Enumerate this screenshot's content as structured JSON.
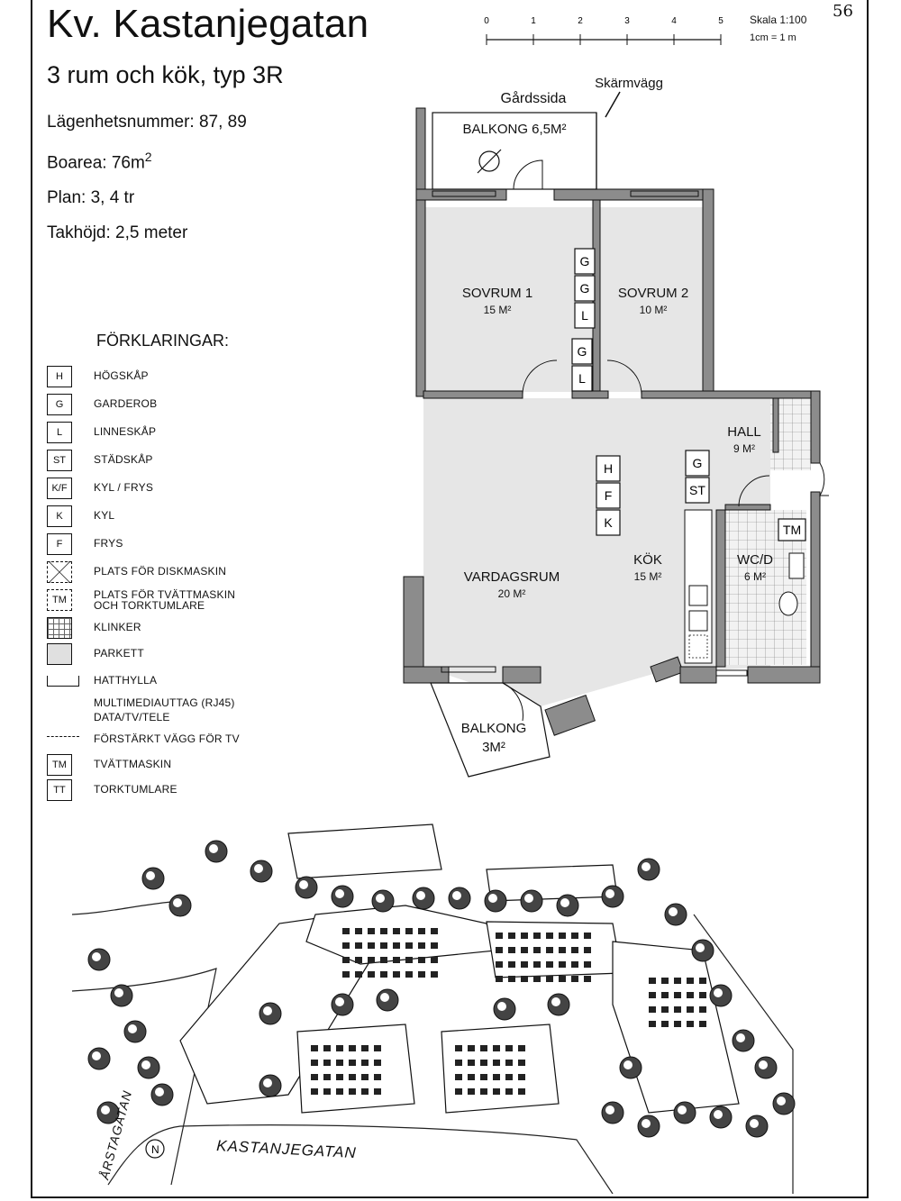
{
  "header": {
    "title": "Kv. Kastanjegatan",
    "subtitle": "3 rum och kök, typ 3R",
    "page_number": "56"
  },
  "facts": {
    "apartment_numbers": "Lägenhetsnummer: 87, 89",
    "living_area": "Boarea: 76m",
    "living_area_sup": "2",
    "floors": "Plan: 3, 4 tr",
    "ceiling_height": "Takhöjd: 2,5 meter"
  },
  "scale": {
    "ticks": [
      "0",
      "1",
      "2",
      "3",
      "4",
      "5"
    ],
    "label": "Skala 1:100",
    "note": "1cm = 1 m"
  },
  "legend": {
    "title": "FÖRKLARINGAR:",
    "items": [
      {
        "symbol": "H",
        "label": "HÖGSKÅP"
      },
      {
        "symbol": "G",
        "label": "GARDEROB"
      },
      {
        "symbol": "L",
        "label": "LINNESKÅP"
      },
      {
        "symbol": "ST",
        "label": "STÄDSKÅP"
      },
      {
        "symbol": "K/F",
        "label": "KYL / FRYS"
      },
      {
        "symbol": "K",
        "label": "KYL"
      },
      {
        "symbol": "F",
        "label": "FRYS"
      },
      {
        "symbol": "",
        "label": "PLATS FÖR DISKMASKIN"
      },
      {
        "symbol": "TM",
        "label": "PLATS FÖR TVÄTTMASKIN",
        "label2": "OCH TORKTUMLARE"
      },
      {
        "symbol": "",
        "label": "KLINKER"
      },
      {
        "symbol": "",
        "label": "PARKETT"
      },
      {
        "symbol": "",
        "label": "HATTHYLLA"
      },
      {
        "symbol": "",
        "label": "MULTIMEDIAUTTAG (RJ45)",
        "label2": "DATA/TV/TELE"
      },
      {
        "symbol": "",
        "label": "FÖRSTÄRKT VÄGG FÖR TV"
      },
      {
        "symbol": "TM",
        "label": "TVÄTTMASKIN"
      },
      {
        "symbol": "TT",
        "label": "TORKTUMLARE"
      }
    ]
  },
  "plan": {
    "yard_side": "Gårdssida",
    "screen_wall": "Skärmvägg",
    "rooms": {
      "balcony_top": "BALKONG 6,5M²",
      "bedroom1": "SOVRUM 1",
      "bedroom1_area": "15 M²",
      "bedroom2": "SOVRUM 2",
      "bedroom2_area": "10 M²",
      "hall": "HALL",
      "hall_area": "9 M²",
      "kitchen": "KÖK",
      "kitchen_area": "15 M²",
      "wc": "WC/D",
      "wc_area": "6 M²",
      "living": "VARDAGSRUM",
      "living_area": "20 M²",
      "balcony_bottom": "BALKONG",
      "balcony_bottom_area": "3M²"
    },
    "cabinets": [
      "G",
      "G",
      "L",
      "G",
      "L",
      "H",
      "F",
      "K",
      "G",
      "ST",
      "TM"
    ]
  },
  "site": {
    "street1": "KASTANJEGATAN",
    "street2": "ÅRSTAGATAN",
    "north": "N"
  },
  "colors": {
    "ink": "#111111",
    "wall": "#8c8c8c",
    "floor": "#e6e6e6"
  }
}
